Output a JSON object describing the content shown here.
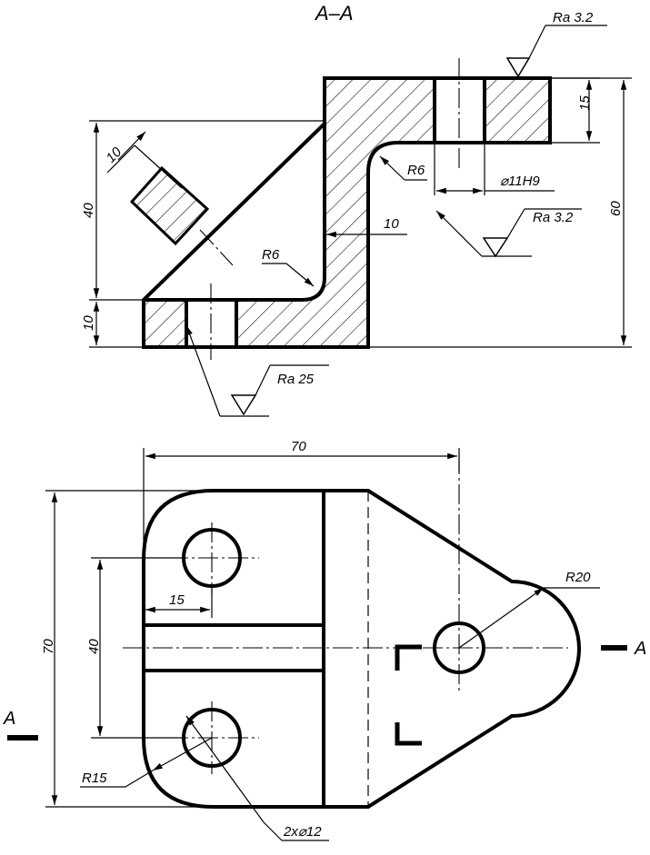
{
  "section_title": "A–A",
  "section_view": {
    "roughness_top": "Ra 3.2",
    "roughness_hole": "Ra 3.2",
    "roughness_bottom": "Ra 25",
    "dim_top_thickness": "15",
    "dim_total_height": "60",
    "dim_hole_diameter": "⌀11H9",
    "dim_fillet_upper": "R6",
    "dim_fillet_lower": "R6",
    "dim_wall": "10",
    "dim_left_height": "40",
    "dim_base_thickness": "10",
    "dim_aux_thickness": "10"
  },
  "plan_view": {
    "dim_total_width": "70",
    "dim_total_height": "70",
    "dim_hole_spacing": "40",
    "dim_hole_offset": "15",
    "dim_arc_radius": "R20",
    "dim_corner_radius": "R15",
    "dim_holes": "2x⌀12",
    "section_mark_right": "A",
    "section_mark_left": "A"
  }
}
